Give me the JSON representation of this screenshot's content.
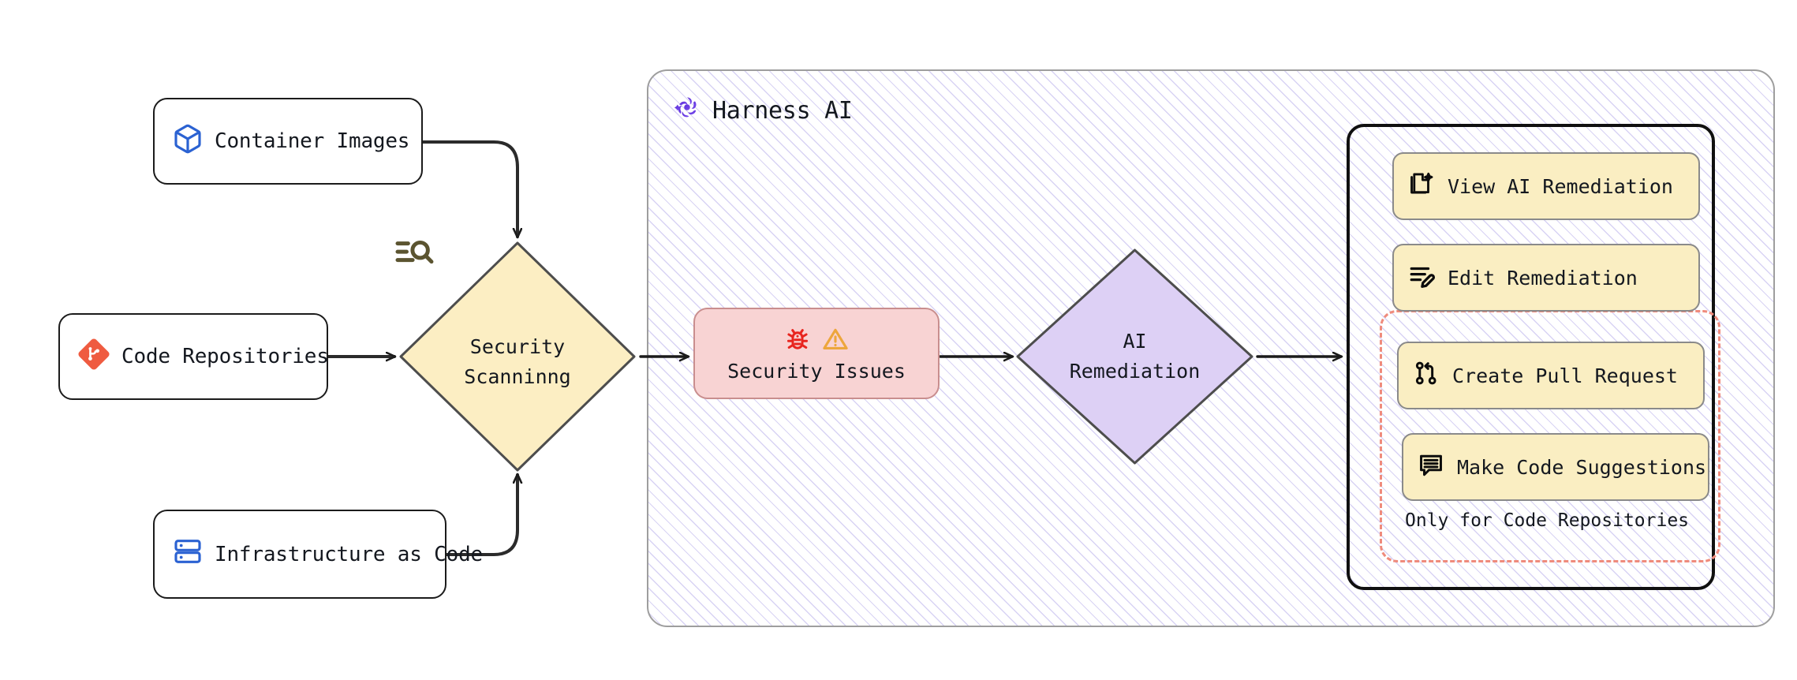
{
  "diagram": {
    "title": "Harness AI Security Scanning and Remediation Flow",
    "type": "flowchart",
    "direction": "left-to-right"
  },
  "sources": [
    {
      "id": "container-images",
      "label": "Container Images",
      "icon": "cube-icon",
      "icon_color": "#2b62d2"
    },
    {
      "id": "code-repositories",
      "label": "Code Repositories",
      "icon": "git-repo-icon",
      "icon_color": "#ef5b40"
    },
    {
      "id": "infrastructure-as-code",
      "label": "Infrastructure as Code",
      "icon": "server-stack-icon",
      "icon_color": "#2b62d2"
    }
  ],
  "scanning": {
    "label_line1": "Security",
    "label_line2": "Scanninng",
    "icon": "search-list-icon",
    "fill": "#fceec3",
    "stroke": "#4d4d4d"
  },
  "harness": {
    "title": "Harness AI",
    "logo": "harness-pinwheel-icon",
    "logo_color": "#5b2fd6",
    "border": "#9e9e9e",
    "hatch_color": "#7d6edc"
  },
  "issues": {
    "label": "Security Issues",
    "icons": [
      "bug-icon",
      "warning-triangle-icon"
    ],
    "bug_color": "#e8251f",
    "warning_color": "#eda63c",
    "fill": "#f8d3d3",
    "stroke": "#c98e8e"
  },
  "remediation": {
    "label_line1": "AI",
    "label_line2": "Remediation",
    "fill": "#ddd0f5",
    "stroke": "#4d4d4d"
  },
  "actions": {
    "items": [
      {
        "id": "view-ai-remediation",
        "label": "View AI Remediation",
        "icon": "document-sparkle-icon"
      },
      {
        "id": "edit-remediation",
        "label": "Edit Remediation",
        "icon": "list-pencil-icon"
      },
      {
        "id": "create-pull-request",
        "label": "Create Pull Request",
        "icon": "pull-request-icon"
      },
      {
        "id": "make-code-suggestions",
        "label": "Make Code Suggestions",
        "icon": "comment-lines-icon"
      }
    ],
    "group_caption": "Only for Code Repositories",
    "group_border_color": "#ef8b7c",
    "pill_fill": "#faeec2",
    "pill_stroke": "#8a8a8a",
    "panel_stroke": "#101010"
  },
  "edges": [
    {
      "from": "container-images",
      "to": "security-scanning",
      "style": "elbow-down"
    },
    {
      "from": "code-repositories",
      "to": "security-scanning",
      "style": "straight"
    },
    {
      "from": "infrastructure-as-code",
      "to": "security-scanning",
      "style": "elbow-up"
    },
    {
      "from": "security-scanning",
      "to": "security-issues",
      "style": "straight"
    },
    {
      "from": "security-issues",
      "to": "ai-remediation",
      "style": "straight"
    },
    {
      "from": "ai-remediation",
      "to": "actions-panel",
      "style": "straight"
    }
  ]
}
